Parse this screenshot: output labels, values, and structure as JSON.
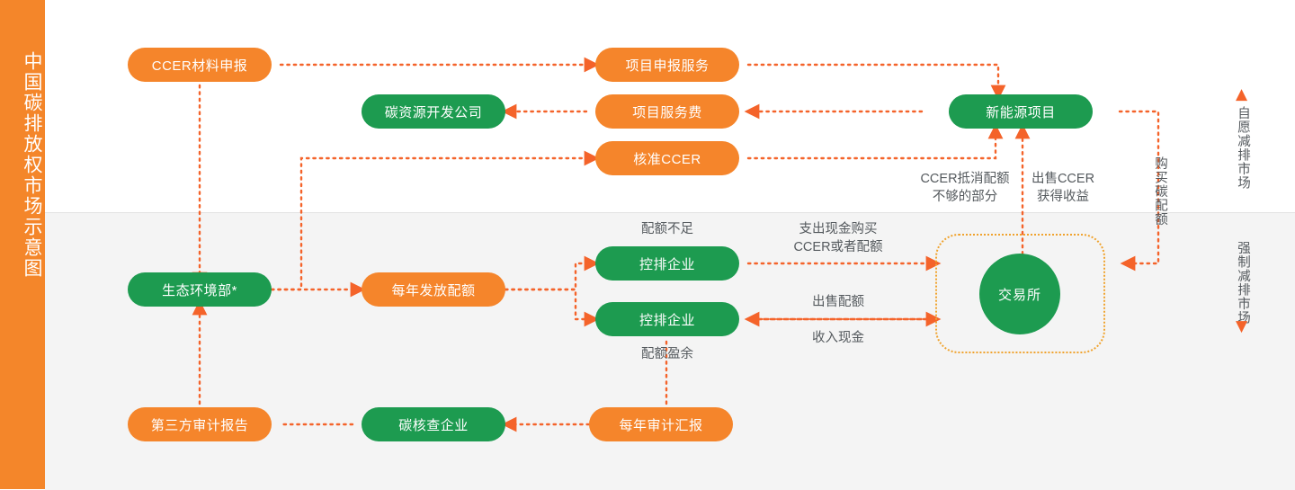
{
  "sidebar": {
    "title": "中国碳排放权市场示意图",
    "color": "#f4862a"
  },
  "zones": {
    "top_label": "自愿减排市场",
    "top_arrow": "up-arrow-icon",
    "bottom_label": "强制减排市场",
    "bottom_arrow": "down-arrow-icon",
    "top_bg": "#ffffff",
    "bottom_bg": "#f4f4f4"
  },
  "theme": {
    "orange": "#f5852b",
    "green": "#1d9b50",
    "connector": "#f4632a",
    "dashbox": "#f0a32e",
    "text_gray": "#555a5e"
  },
  "nodes": {
    "ccer_material": "CCER材料申报",
    "carbon_dev_company": "碳资源开发公司",
    "project_apply_service": "项目申报服务",
    "project_service_fee": "项目服务费",
    "approve_ccer": "核准CCER",
    "new_energy_project": "新能源项目",
    "ministry_env": "生态环境部*",
    "annual_quota": "每年发放配额",
    "controlled_enterprise_1": "控排企业",
    "controlled_enterprise_2": "控排企业",
    "exchange": "交易所",
    "third_party_audit": "第三方审计报告",
    "carbon_verify_company": "碳核查企业",
    "annual_audit_report": "每年审计汇报"
  },
  "edge_labels": {
    "ccer_offset_shortfall": "CCER抵消配额\n不够的部分",
    "ccer_offset_shortfall_l1": "CCER抵消配额",
    "ccer_offset_shortfall_l2": "不够的部分",
    "sell_ccer_income_l1": "出售CCER",
    "sell_ccer_income_l2": "获得收益",
    "buy_carbon_quota": "购买碳配额",
    "quota_shortage": "配额不足",
    "quota_surplus": "配额盈余",
    "pay_cash_buy_l1": "支出现金购买",
    "pay_cash_buy_l2": "CCER或者配额",
    "sell_quota": "出售配额",
    "receive_cash": "收入现金"
  }
}
